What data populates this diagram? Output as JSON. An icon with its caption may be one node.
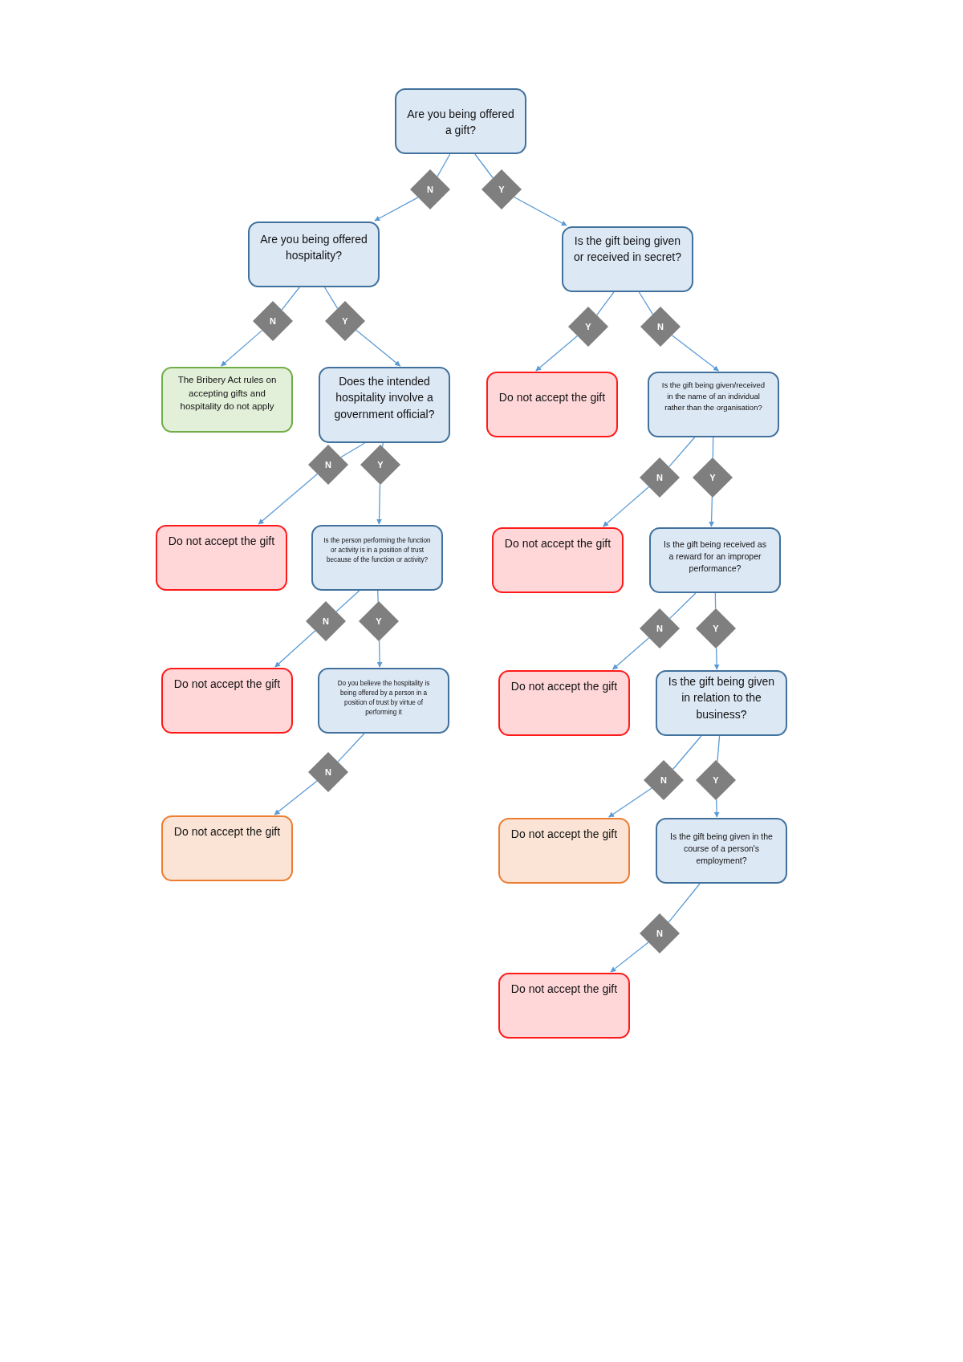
{
  "diagram": {
    "nodes": [
      {
        "text": [
          "Are you being offered a gift?"
        ]
      },
      {
        "text": [
          "N"
        ]
      },
      {
        "text": [
          "Y"
        ]
      },
      {
        "text": [
          "Are you being offered hospitality?"
        ]
      },
      {
        "text": [
          "Is the gift being given or received in secret?"
        ]
      },
      {
        "text": [
          "N"
        ]
      },
      {
        "text": [
          "Y"
        ]
      },
      {
        "text": [
          "Y"
        ]
      },
      {
        "text": [
          "N"
        ]
      },
      {
        "text": [
          "The Bribery Act rules on accepting gifts and hospitality do not apply"
        ]
      },
      {
        "text": [
          "Does the intended hospitality involve a government official?"
        ]
      },
      {
        "text": [
          "Do not accept the gift"
        ]
      },
      {
        "text": [
          "Is the gift being given/received in the name of an individual rather than the organisation?"
        ]
      },
      {
        "text": [
          "N"
        ]
      },
      {
        "text": [
          "Y"
        ]
      },
      {
        "text": [
          "N"
        ]
      },
      {
        "text": [
          "Y"
        ]
      },
      {
        "text": [
          "Do not accept the gift"
        ]
      },
      {
        "text": [
          "Is the person performing the function or activity is in a position of trust because of the function or activity?"
        ]
      },
      {
        "text": [
          "Do not accept the gift"
        ]
      },
      {
        "text": [
          "Is the gift being received as a reward for an improper performance?"
        ]
      },
      {
        "text": [
          "N"
        ]
      },
      {
        "text": [
          "Y"
        ]
      },
      {
        "text": [
          "N"
        ]
      },
      {
        "text": [
          "Y"
        ]
      },
      {
        "text": [
          "Do not accept the gift"
        ]
      },
      {
        "text": [
          "Do you believe the hospitality is being offered by a person in a position of trust by virtue of performing it"
        ]
      },
      {
        "text": [
          "Do not accept the gift"
        ]
      },
      {
        "text": [
          "Is the gift being given in relation to the business?"
        ]
      },
      {
        "text": [
          "N"
        ]
      },
      {
        "text": [
          "N"
        ]
      },
      {
        "text": [
          "Y"
        ]
      },
      {
        "text": [
          "Do not accept the gift"
        ]
      },
      {
        "text": [
          "Do not accept the gift"
        ]
      },
      {
        "text": [
          "Is the gift being given in the course of a person's employment?"
        ]
      },
      {
        "text": [
          "N"
        ]
      },
      {
        "text": [
          "Do not accept the gift"
        ]
      }
    ],
    "edges": [
      {
        "from": 0,
        "to": 1,
        "arrow": "none"
      },
      {
        "from": 1,
        "to": 3,
        "arrow": "to"
      },
      {
        "from": 0,
        "to": 2,
        "arrow": "none"
      },
      {
        "from": 2,
        "to": 4,
        "arrow": "to"
      },
      {
        "from": 3,
        "to": 5,
        "arrow": "none"
      },
      {
        "from": 5,
        "to": 9,
        "arrow": "to"
      },
      {
        "from": 3,
        "to": 6,
        "arrow": "none"
      },
      {
        "from": 6,
        "to": 10,
        "arrow": "to"
      },
      {
        "from": 4,
        "to": 7,
        "arrow": "none"
      },
      {
        "from": 7,
        "to": 11,
        "arrow": "to"
      },
      {
        "from": 4,
        "to": 8,
        "arrow": "none"
      },
      {
        "from": 8,
        "to": 12,
        "arrow": "to"
      },
      {
        "from": 10,
        "to": 13,
        "arrow": "none"
      },
      {
        "from": 13,
        "to": 17,
        "arrow": "to"
      },
      {
        "from": 10,
        "to": 14,
        "arrow": "none"
      },
      {
        "from": 14,
        "to": 18,
        "arrow": "to"
      },
      {
        "from": 12,
        "to": 15,
        "arrow": "none"
      },
      {
        "from": 15,
        "to": 19,
        "arrow": "to"
      },
      {
        "from": 12,
        "to": 16,
        "arrow": "none"
      },
      {
        "from": 16,
        "to": 20,
        "arrow": "to"
      },
      {
        "from": 18,
        "to": 21,
        "arrow": "none"
      },
      {
        "from": 21,
        "to": 25,
        "arrow": "to"
      },
      {
        "from": 18,
        "to": 22,
        "arrow": "none"
      },
      {
        "from": 22,
        "to": 26,
        "arrow": "to"
      },
      {
        "from": 20,
        "to": 23,
        "arrow": "none"
      },
      {
        "from": 23,
        "to": 27,
        "arrow": "to"
      },
      {
        "from": 20,
        "to": 24,
        "arrow": "none"
      },
      {
        "from": 24,
        "to": 28,
        "arrow": "to"
      },
      {
        "from": 26,
        "to": 29,
        "arrow": "none"
      },
      {
        "from": 29,
        "to": 32,
        "arrow": "to"
      },
      {
        "from": 28,
        "to": 30,
        "arrow": "none"
      },
      {
        "from": 30,
        "to": 33,
        "arrow": "to"
      },
      {
        "from": 28,
        "to": 31,
        "arrow": "none"
      },
      {
        "from": 31,
        "to": 34,
        "arrow": "to"
      },
      {
        "from": 34,
        "to": 35,
        "arrow": "none"
      },
      {
        "from": 35,
        "to": 36,
        "arrow": "to"
      }
    ]
  }
}
